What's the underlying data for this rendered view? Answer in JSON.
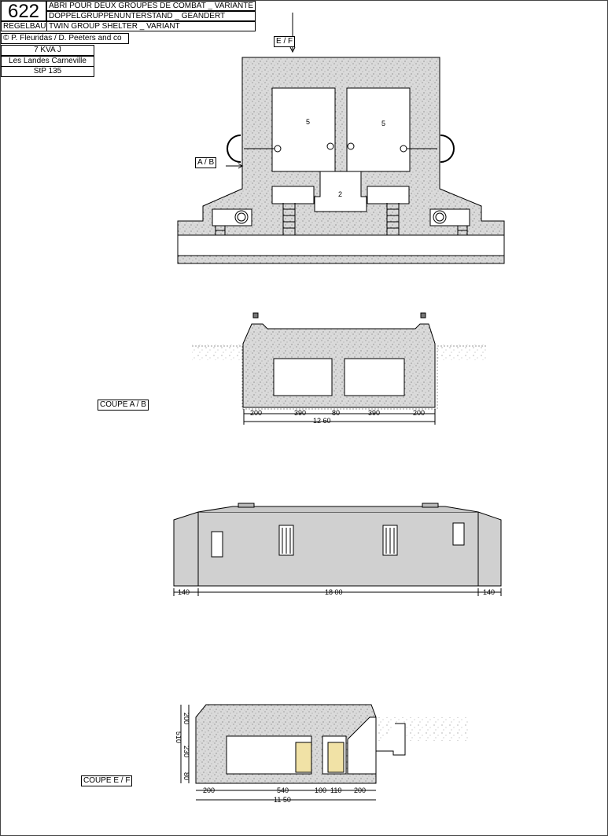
{
  "header": {
    "number": "622",
    "title_fr": "ABRI POUR DEUX GROUPES DE COMBAT _ VARIANTE",
    "title_de": "DOPPELGRUPPENUNTERSTAND _ GEANDERT",
    "regelbau": "REGELBAU",
    "title_en": "TWIN GROUP SHELTER _ VARIANT",
    "copyright": "© P. Fleuridas / D. Peeters and co",
    "unit": "7   KVA J",
    "location": "Les Landes Carneville",
    "stp": "StP  135"
  },
  "plan": {
    "room_left": "5",
    "room_right": "5",
    "room_center": "2",
    "cut_ab": "A / B",
    "cut_ef": "E / F"
  },
  "section_ab": {
    "label": "COUPE A / B",
    "dims": [
      "200",
      "390",
      "80",
      "390",
      "200"
    ],
    "total": "12 60"
  },
  "elevation": {
    "dims": [
      "140",
      "18 00",
      "140"
    ]
  },
  "section_ef": {
    "label": "COUPE E / F",
    "dims": [
      "200",
      "540",
      "100",
      "110",
      "200"
    ],
    "total": "11 50",
    "vdims": [
      "200",
      "230",
      "80"
    ],
    "vtotal": "510"
  },
  "colors": {
    "concrete": "#dcdcdc",
    "wall_gray": "#d0d0d0",
    "door_tan": "#f1e2a6"
  }
}
